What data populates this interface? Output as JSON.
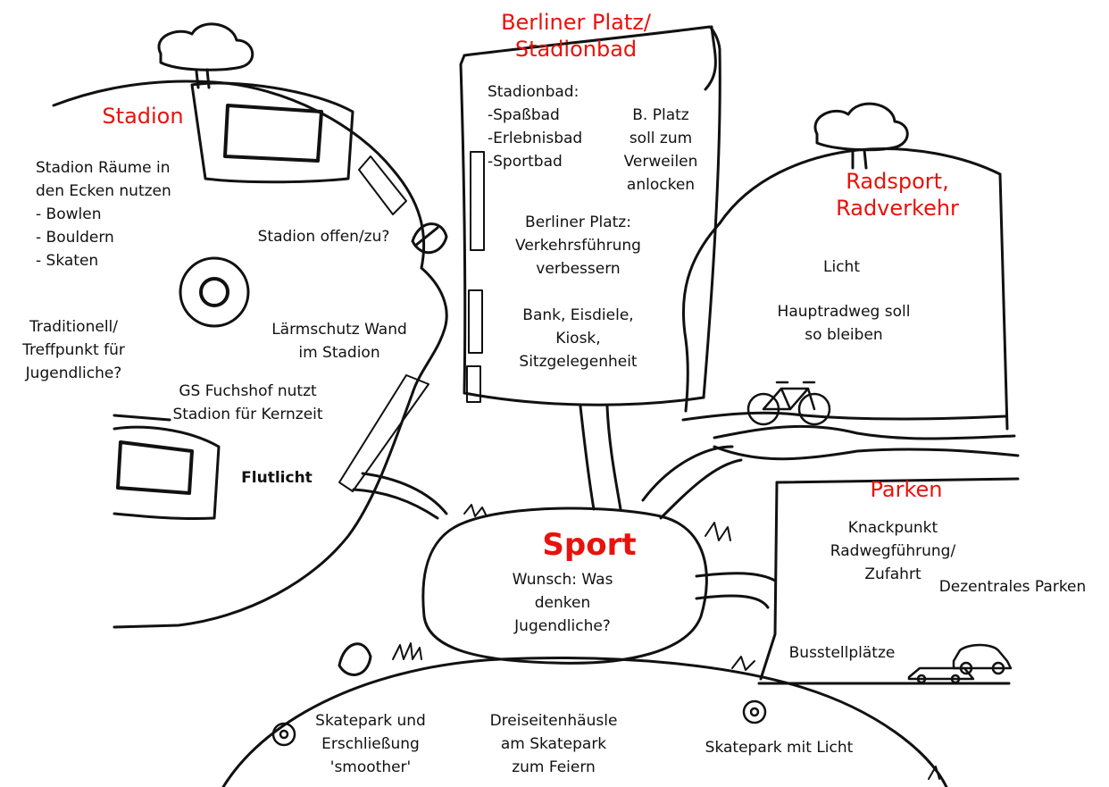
{
  "colors": {
    "heading": "#e8120c",
    "ink": "#111111",
    "background": "#ffffff"
  },
  "icons": [
    "tree-icon",
    "stadium-icon",
    "donut-icon",
    "leaf-icon",
    "bicycle-icon",
    "car-icon",
    "flower-icon",
    "grass-icon"
  ],
  "center": {
    "title": "Sport",
    "text": "Wunsch: Was\ndenken\nJugendliche?"
  },
  "stadion": {
    "title": "Stadion",
    "rooms": "Stadion Räume in\nden Ecken nutzen\n- Bowlen\n- Bouldern\n- Skaten",
    "open": "Stadion offen/zu?",
    "tradition": "Traditionell/\nTreffpunkt für\nJugendliche?",
    "noise": "Lärmschutz Wand\nim Stadion",
    "school": "GS Fuchshof nutzt\nStadion für Kernzeit",
    "floodlight": "Flutlicht"
  },
  "berliner": {
    "title": "Berliner Platz/\nStadionbad",
    "bath": "Stadionbad:\n-Spaßbad\n-Erlebnisbad\n-Sportbad",
    "stay": "B. Platz\nsoll zum\nVerweilen\nanlocken",
    "traffic": "Berliner Platz:\nVerkehrsführung\nverbessern",
    "amenities": "Bank, Eisdiele,\nKiosk,\nSitzgelegenheit"
  },
  "radsport": {
    "title": "Radsport,\nRadverkehr",
    "light": "Licht",
    "main_path": "Hauptradweg soll\nso bleiben"
  },
  "parken": {
    "title": "Parken",
    "crux": "Knackpunkt\nRadwegführung/\nZufahrt",
    "decentral": "Dezentrales Parken",
    "bus": "Busstellplätze"
  },
  "skate": {
    "smoother": "Skatepark und\nErschließung\n'smoother'",
    "party": "Dreiseitenhäusle\nam Skatepark\nzum Feiern",
    "light": "Skatepark mit Licht"
  }
}
